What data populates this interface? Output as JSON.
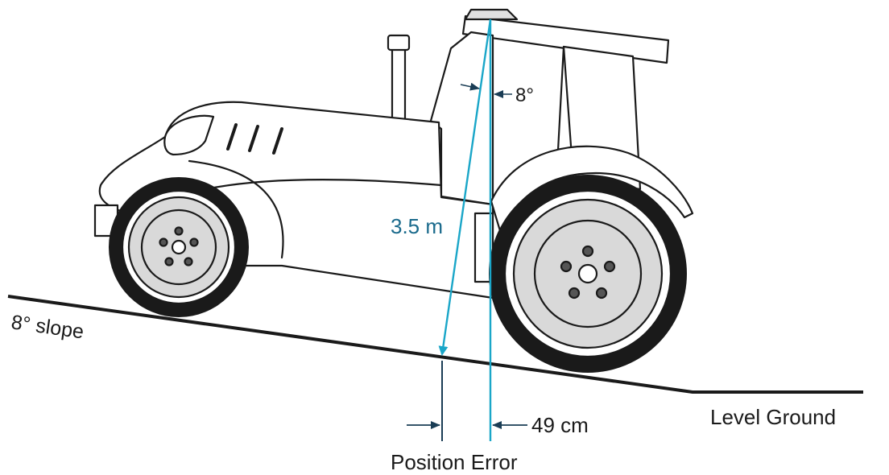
{
  "labels": {
    "angle": "8°",
    "distance": "3.5 m",
    "slope": "8° slope",
    "error_value": "49 cm",
    "level_ground": "Level Ground",
    "position_error": "Position Error"
  },
  "colors": {
    "accent": "#1aa6c8",
    "accent_text": "#1a6a8c",
    "outline": "#1a1a1a",
    "wheel_hub": "#d9d9d9"
  },
  "icons": {
    "vehicle": "tractor-icon",
    "antenna": "gps-receiver-icon"
  }
}
